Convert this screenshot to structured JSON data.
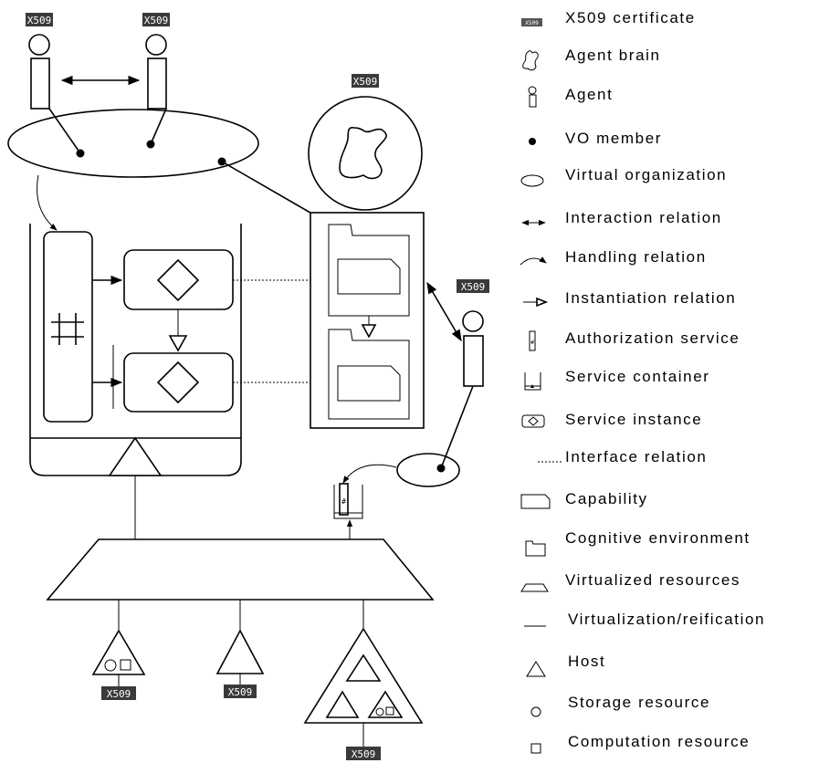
{
  "certificate_label": "X509",
  "legend": {
    "x509": "X509 certificate",
    "brain": "Agent brain",
    "agent": "Agent",
    "vo_member": "VO member",
    "virtual_org": "Virtual organization",
    "interaction": "Interaction relation",
    "handling": "Handling relation",
    "instantiation": "Instantiation relation",
    "authorization": "Authorization service",
    "container": "Service container",
    "instance": "Service instance",
    "interface": "Interface relation",
    "capability": "Capability",
    "cognitive": "Cognitive environment",
    "virtualized": "Virtualized resources",
    "virtualization": "Virtualization/reification",
    "host": "Host",
    "storage": "Storage resource",
    "computation": "Computation resource"
  }
}
